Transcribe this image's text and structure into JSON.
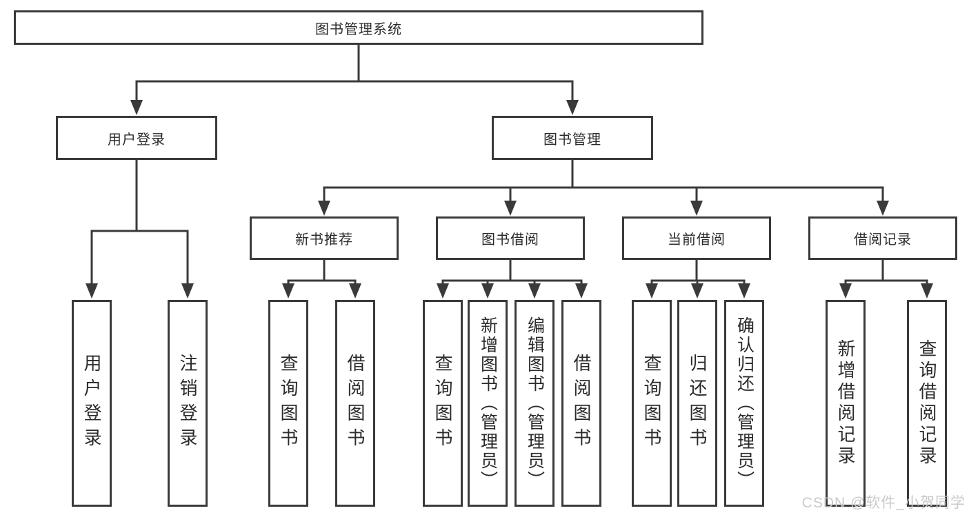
{
  "tree": {
    "label": "图书管理系统",
    "children": [
      {
        "label": "用户登录",
        "children": [
          {
            "label": "用户登录"
          },
          {
            "label": "注销登录"
          }
        ]
      },
      {
        "label": "图书管理",
        "children": [
          {
            "label": "新书推荐",
            "children": [
              {
                "label": "查询图书"
              },
              {
                "label": "借阅图书"
              }
            ]
          },
          {
            "label": "图书借阅",
            "children": [
              {
                "label": "查询图书"
              },
              {
                "label": "新增图书（管理员）"
              },
              {
                "label": "编辑图书（管理员）"
              },
              {
                "label": "借阅图书"
              }
            ]
          },
          {
            "label": "当前借阅",
            "children": [
              {
                "label": "查询图书"
              },
              {
                "label": "归还图书"
              },
              {
                "label": "确认归还（管理员）"
              }
            ]
          },
          {
            "label": "借阅记录",
            "children": [
              {
                "label": "新增借阅记录"
              },
              {
                "label": "查询借阅记录"
              }
            ]
          }
        ]
      }
    ]
  },
  "watermark": "CSDN @软件_小贺同学",
  "colors": {
    "line": "#3a3a3a",
    "text": "#2b2b2b",
    "watermark": "#c9c9c9",
    "background": "#ffffff"
  }
}
